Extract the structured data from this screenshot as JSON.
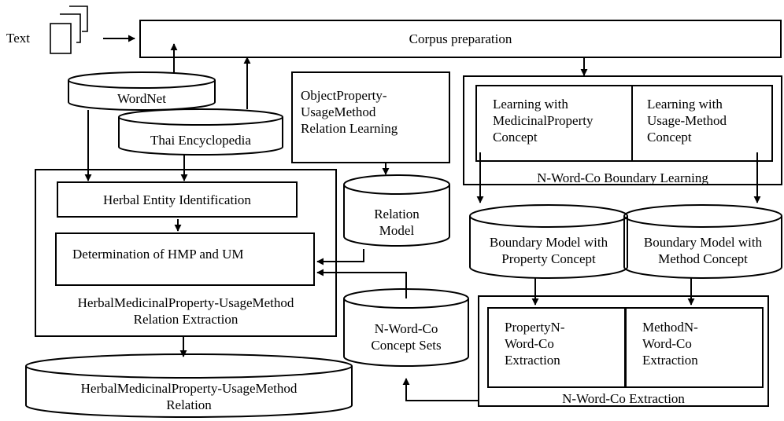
{
  "input": {
    "text_label": "Text"
  },
  "corpus_preparation": "Corpus preparation",
  "wordnet": "WordNet",
  "thai_encyclopedia": "Thai Encyclopedia",
  "object_relation_learning": "ObjectProperty-\nUsageMethod\nRelation Learning",
  "boundary_learning": {
    "title": "N-Word-Co Boundary Learning",
    "property_concept": "Learning with\nMedicinalProperty\nConcept",
    "method_concept": "Learning      with\nUsage-Method\nConcept"
  },
  "relation_extraction": {
    "title": "HerbalMedicinalProperty-UsageMethod\nRelation  Extraction",
    "herbal_entity": "Herbal Entity Identification",
    "determination": "Determination of HMP and UM"
  },
  "relation_model": "Relation\nModel",
  "boundary_model_property": "Boundary Model with\nProperty Concept",
  "boundary_model_method": "Boundary Model with\nMethod Concept",
  "concept_sets": "N-Word-Co\nConcept Sets",
  "word_co_extraction": {
    "title": "N-Word-Co Extraction",
    "property": "PropertyN-\nWord-Co\nExtraction",
    "method": "MethodN-\nWord-Co\nExtraction"
  },
  "output_relation": "HerbalMedicinalProperty-UsageMethod\nRelation"
}
